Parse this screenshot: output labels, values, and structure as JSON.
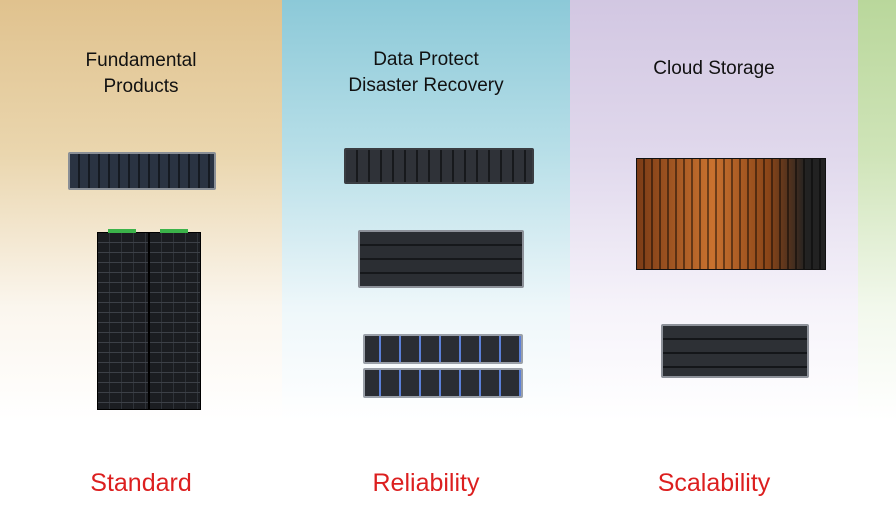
{
  "columns": [
    {
      "heading": [
        "Fundamental",
        "Products"
      ],
      "footer": "Standard",
      "color": "#e0c28e"
    },
    {
      "heading": [
        "Data Protect",
        "Disaster Recovery"
      ],
      "footer": "Reliability",
      "color": "#8cc9d8"
    },
    {
      "heading": [
        "Cloud Storage"
      ],
      "footer": "Scalability",
      "color": "#d2c7e2"
    }
  ],
  "accent_color": "#dc1f1f",
  "edge_color": "#b9d79b"
}
